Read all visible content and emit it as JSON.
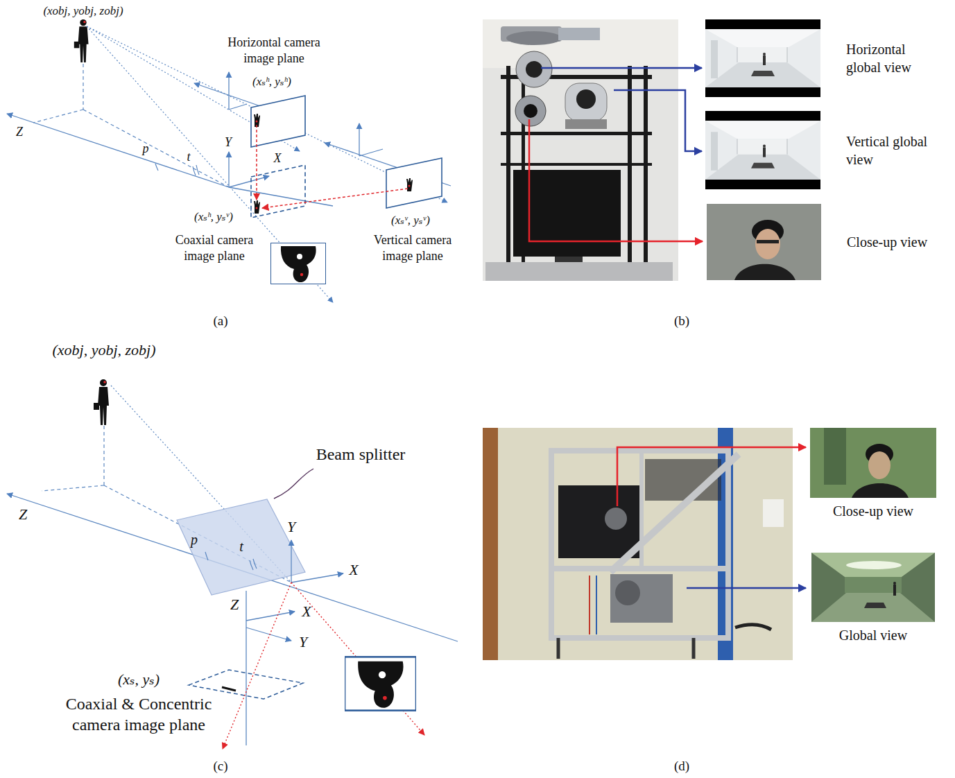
{
  "diagram": {
    "nodes": [
      {
        "text": [
          "Horizontal global view"
        ]
      },
      {
        "text": [
          "Vertical global view"
        ]
      },
      {
        "text": [
          "Close-up view"
        ]
      },
      {
        "text": [
          "Close-up view"
        ]
      },
      {
        "text": [
          "Global view"
        ]
      }
    ],
    "labels": [
      "(xobj, yobj, zobj)",
      "Horizontal camera image plane",
      "(xₛʰ, yₛʰ)",
      "Z",
      "Y",
      "X",
      "p",
      "t",
      "(xₛʰ, yₛᵛ)",
      "Coaxial camera image plane",
      "(xₛᵛ, yₛᵛ)",
      "Vertical camera image plane",
      "(a)",
      "(b)",
      "(xobj, yobj, zobj)",
      "Beam splitter",
      "Z",
      "p",
      "t",
      "Y",
      "X",
      "Z",
      "X",
      "Y",
      "(xₛ, yₛ)",
      "Coaxial & Concentric camera image plane",
      "(c)",
      "(d)"
    ]
  }
}
